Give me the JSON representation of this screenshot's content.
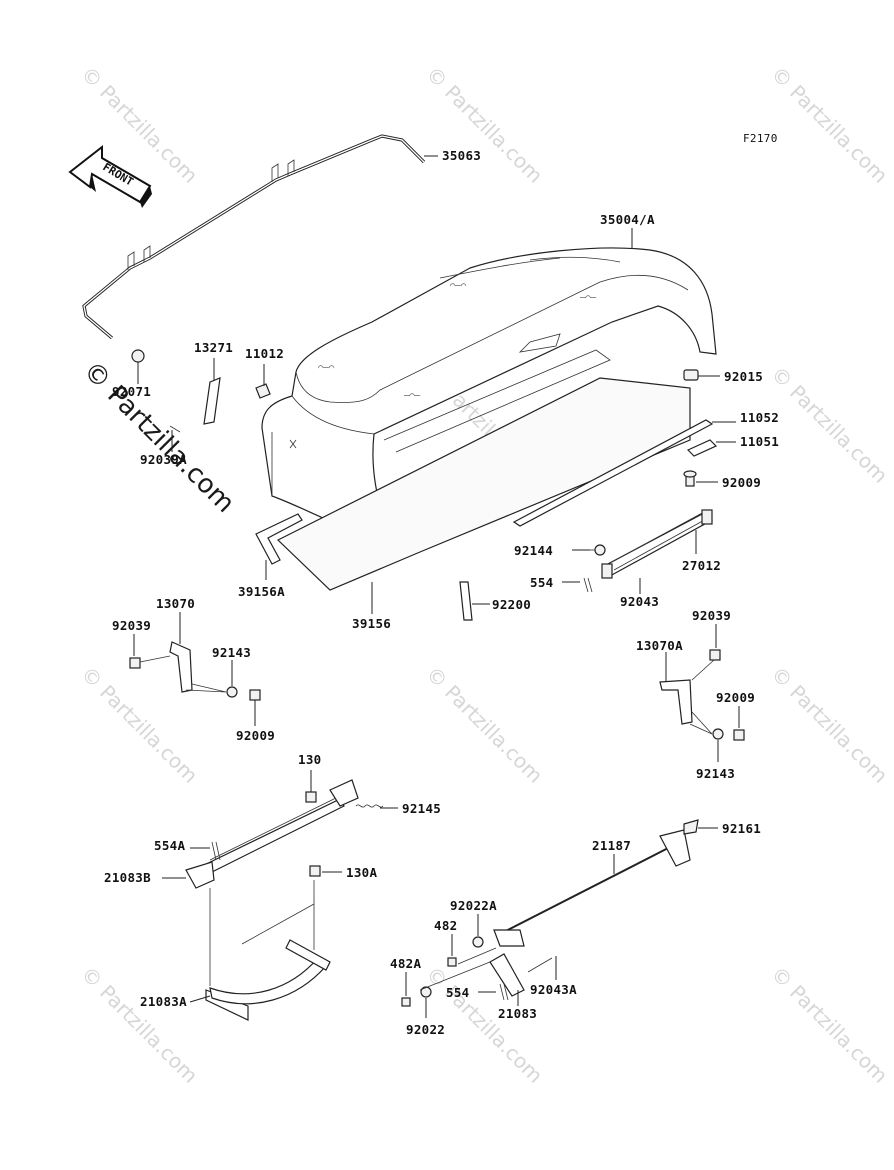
{
  "figure_code": "F2170",
  "front_arrow_label": "FRONT",
  "watermark": {
    "text": "© Partzilla.com",
    "large_text": "© Partzilla.com"
  },
  "callouts": {
    "p35063": "35063",
    "p35004A": "35004/A",
    "p92015": "92015",
    "p11052": "11052",
    "p11051": "11051",
    "p92009a": "92009",
    "p13271": "13271",
    "p11012": "11012",
    "p92071": "92071",
    "p92039A": "92039A",
    "p39156A": "39156A",
    "p39156": "39156",
    "p92200": "92200",
    "p92144": "92144",
    "p554": "554",
    "p92043": "92043",
    "p27012": "27012",
    "p13070": "13070",
    "p92039a": "92039",
    "p92143a": "92143",
    "p92009b": "92009",
    "p92039b": "92039",
    "p13070A": "13070A",
    "p92009c": "92009",
    "p92143b": "92143",
    "p130": "130",
    "p92145": "92145",
    "p554A": "554A",
    "p21083B": "21083B",
    "p130A": "130A",
    "p21083A": "21083A",
    "p92161": "92161",
    "p21187": "21187",
    "p92022A": "92022A",
    "p482": "482",
    "p482A": "482A",
    "p554b": "554",
    "p92043A": "92043A",
    "p21083": "21083",
    "p92022": "92022"
  }
}
